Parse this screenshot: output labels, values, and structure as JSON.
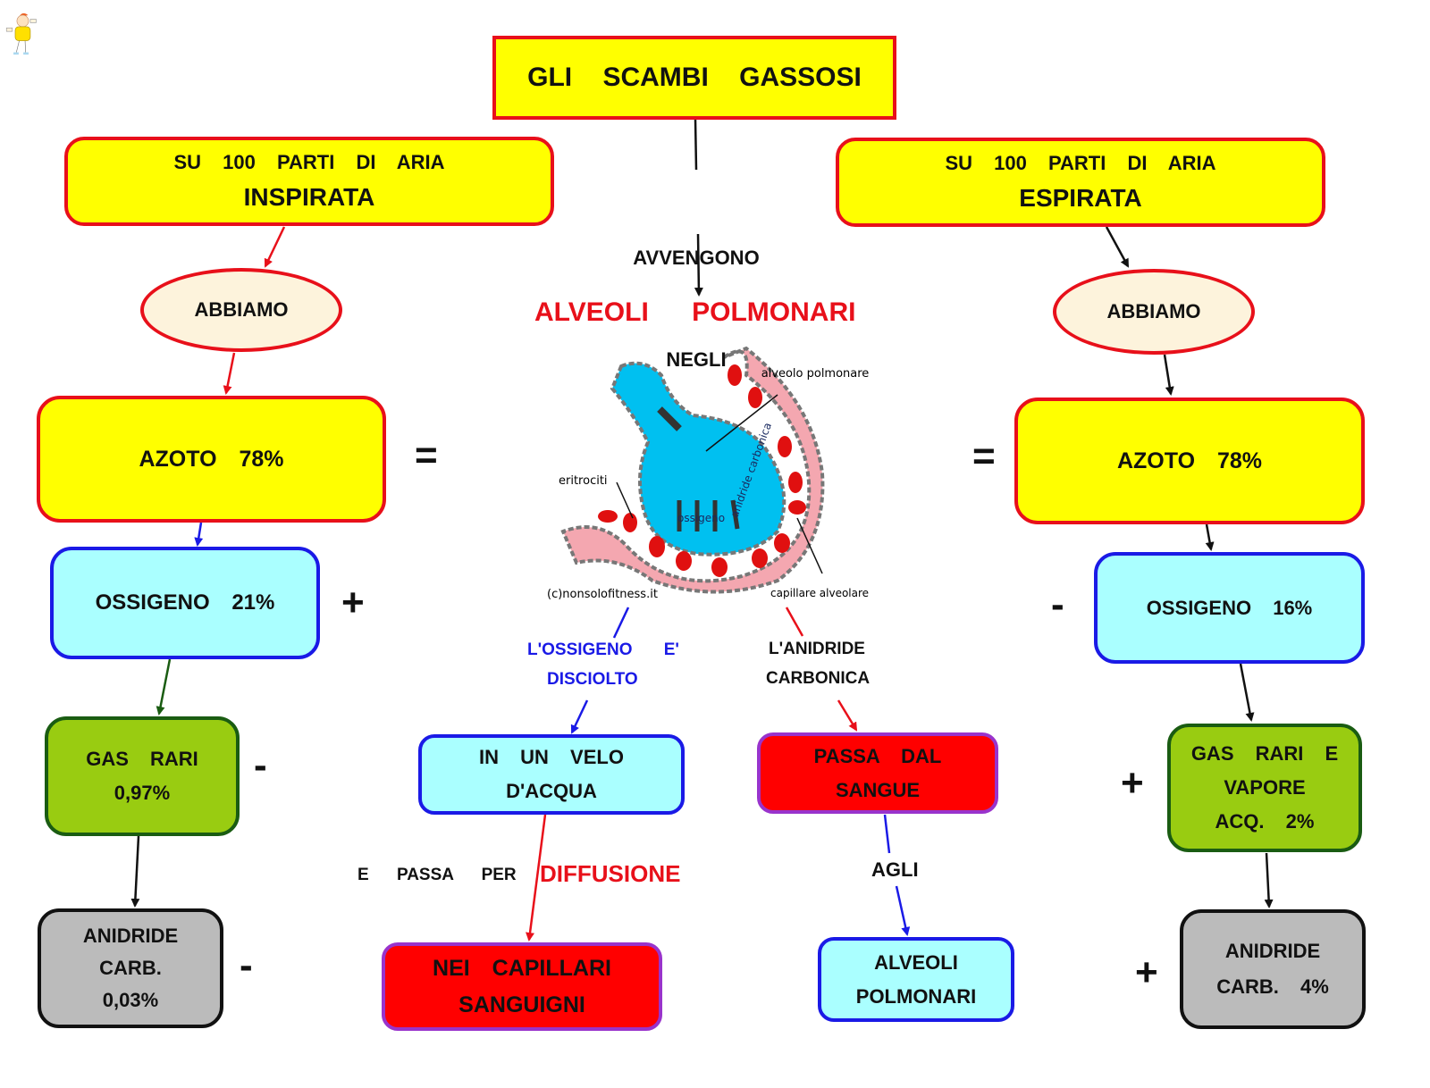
{
  "title": "GLI SCAMBI GASSOSI",
  "left": {
    "header_line1": "SU 100 PARTI DI ARIA",
    "header_line2": "INSPIRATA",
    "abbiamo": "ABBIAMO",
    "azoto": "AZOTO 78%",
    "equals": "=",
    "ossigeno": "OSSIGENO 21%",
    "ossigeno_op": "+",
    "gas_line1": "GAS RARI",
    "gas_line2": "0,97%",
    "gas_op": "-",
    "anidride_line1": "ANIDRIDE",
    "anidride_line2": "CARB.",
    "anidride_line3": "0,03%",
    "anidride_op": "-"
  },
  "right": {
    "header_line1": "SU 100 PARTI DI ARIA",
    "header_line2": "ESPIRATA",
    "abbiamo": "ABBIAMO",
    "azoto": "AZOTO 78%",
    "equals": "=",
    "ossigeno": "OSSIGENO 16%",
    "ossigeno_op": "-",
    "gas_line1": "GAS RARI E",
    "gas_line2": "VAPORE",
    "gas_line3": "ACQ. 2%",
    "gas_op": "+",
    "anidride_line1": "ANIDRIDE",
    "anidride_line2": "CARB. 4%",
    "anidride_op": "+"
  },
  "center": {
    "link1_line1": "AVVENGONO",
    "link1_line2": "NEGLI",
    "alveoli_title": "ALVEOLI POLMONARI",
    "image_labels": {
      "alveolo": "alveolo polmonare",
      "eritrociti": "eritrociti",
      "ossigeno": "ossigeno",
      "anidride": "anidride carbonica",
      "capillare": "capillare alveolare",
      "credit": "(c)nonsolofitness.it"
    },
    "oxygen_link_line1": "L'OSSIGENO E'",
    "oxygen_link_line2": "DISCIOLTO",
    "co2_link_line1": "L'ANIDRIDE",
    "co2_link_line2": "CARBONICA",
    "velo_line1": "IN UN VELO",
    "velo_line2": "D'ACQUA",
    "passa_line1": "PASSA DAL",
    "passa_line2": "SANGUE",
    "e_passa_per": "E PASSA PER",
    "diffusione": "DIFFUSIONE",
    "agli": "AGLI",
    "capillari_line1": "NEI CAPILLARI",
    "capillari_line2": "SANGUIGNI",
    "alveoli_box_line1": "ALVEOLI",
    "alveoli_box_line2": "POLMONARI"
  },
  "colors": {
    "yellow": "#ffff00",
    "red_border": "#e8101a",
    "cyan": "#aaffff",
    "blue": "#1a1ae6",
    "green": "#99cc11",
    "grey": "#bbbbbb",
    "purple": "#9933cc"
  }
}
